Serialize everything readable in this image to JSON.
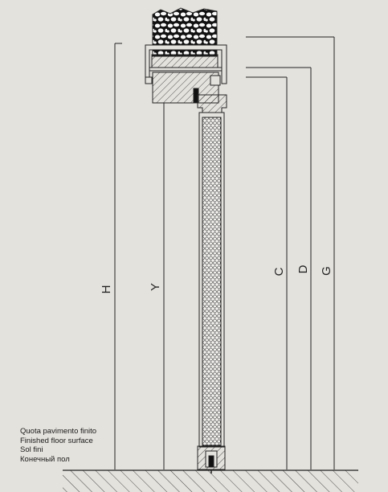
{
  "floor_label": {
    "lines": [
      "Quota pavimento finito",
      "Finished floor surface",
      "Sol fini",
      "Конечный пол"
    ]
  },
  "dimensions": {
    "h": "H",
    "y": "Y",
    "c": "C",
    "d": "D",
    "g": "G"
  },
  "colors": {
    "background": "#e4e2dd",
    "line": "#222222"
  }
}
